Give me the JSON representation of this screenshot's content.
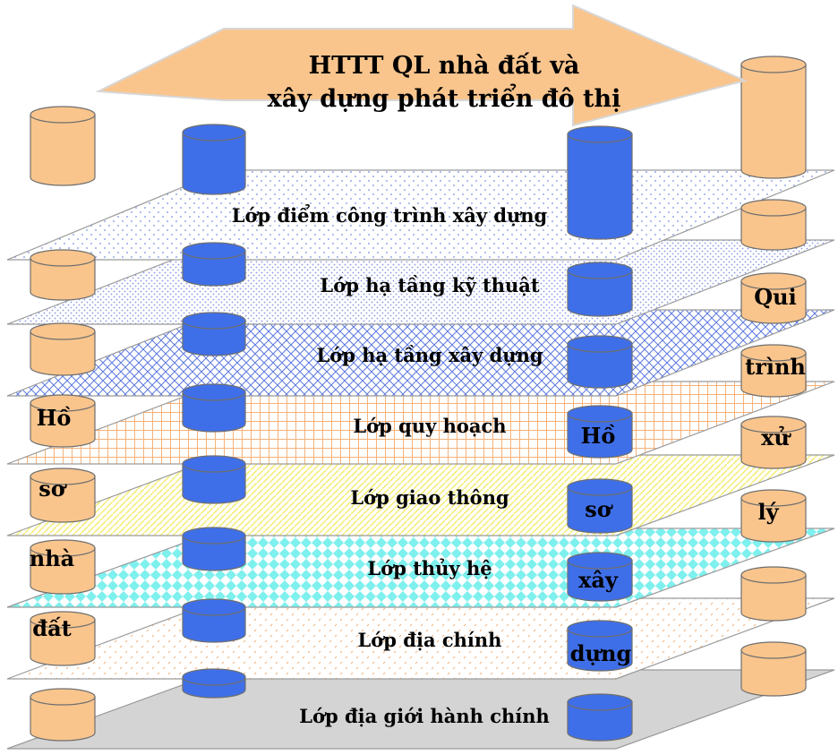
{
  "title": {
    "line1": "HTTT QL nhà đất và",
    "line2": "xây dựng phát triển đô thị"
  },
  "layers": [
    {
      "name": "Lớp điểm công trình xây dựng",
      "pattern": "dots-blue",
      "fill": "#ffffff"
    },
    {
      "name": "Lớp hạ tầng kỹ thuật",
      "pattern": "dense-dots-blue",
      "fill": "#ffffff"
    },
    {
      "name": "Lớp hạ tầng xây dựng",
      "pattern": "diamond-blue",
      "fill": "#ffffff"
    },
    {
      "name": "Lớp quy hoạch",
      "pattern": "grid-orange",
      "fill": "#ffffff"
    },
    {
      "name": "Lớp giao thông",
      "pattern": "diagonal-yellow",
      "fill": "#ffffff"
    },
    {
      "name": "Lớp thủy hệ",
      "pattern": "checker-cyan",
      "fill": "#ffffff"
    },
    {
      "name": "Lớp địa chính",
      "pattern": "sparse-orange",
      "fill": "#ffffff"
    },
    {
      "name": "Lớp địa giới hành chính",
      "pattern": "solid-gray",
      "fill": "#d4d4d4"
    }
  ],
  "left_column_words": [
    "Hồ",
    "sơ",
    "nhà",
    "đất"
  ],
  "blue_column_words": [
    "Hồ",
    "sơ",
    "xây",
    "dựng"
  ],
  "right_column_words": [
    "Qui",
    "trình",
    "xử",
    "lý"
  ],
  "colors": {
    "cylinder_orange": "#f9c58d",
    "cylinder_blue": "#3f6fe8",
    "arrow": "#f9c58d",
    "outline": "#7f7f7f"
  }
}
